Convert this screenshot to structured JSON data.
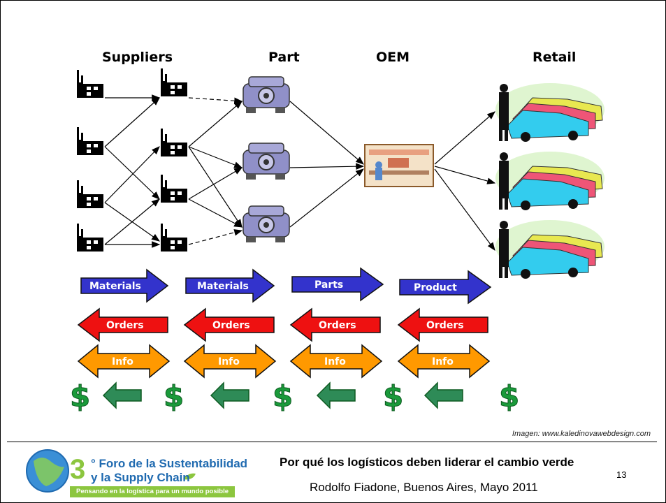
{
  "headers": {
    "suppliers": "Suppliers",
    "part": "Part",
    "oem": "OEM",
    "retail": "Retail"
  },
  "flows": {
    "materials_1": "Materials",
    "materials_2": "Materials",
    "parts": "Parts",
    "product": "Product",
    "orders": "Orders",
    "info": "Info",
    "money": "$"
  },
  "credit": "Imagen: www.kaledinovawebdesign.com",
  "footer": {
    "title": "Por qué los logísticos deben liderar el cambio verde",
    "page_number": "13",
    "author": "Rodolfo Fiadone, Buenos Aires, Mayo 2011"
  },
  "logo": {
    "number": "3",
    "line1": "° Foro de la Sustentabilidad",
    "line2": "y la Supply Chain",
    "tagline": "Pensando en la logística para un mundo posible"
  },
  "colors": {
    "materials": "#3333cc",
    "orders": "#ee1111",
    "info": "#ff9900",
    "money_arrow": "#2e8b57",
    "dollar": "#1a9a3a",
    "brand_blue": "#1f6ab0",
    "brand_green": "#8cc63f"
  }
}
